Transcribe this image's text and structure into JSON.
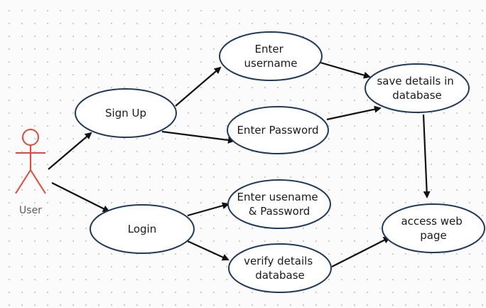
{
  "actor": {
    "label": "User",
    "color": "#e8483a"
  },
  "nodes": {
    "signup": {
      "lines": [
        "Sign Up"
      ]
    },
    "login": {
      "lines": [
        "Login"
      ]
    },
    "enter_username": {
      "lines": [
        "Enter",
        "username"
      ]
    },
    "enter_password": {
      "lines": [
        "Enter Password"
      ]
    },
    "enter_username_password": {
      "lines": [
        "Enter usename",
        "& Password"
      ]
    },
    "verify_details": {
      "lines": [
        "verify details",
        "database"
      ]
    },
    "save_details": {
      "lines": [
        "save details in",
        "database"
      ]
    },
    "access_web_page": {
      "lines": [
        "access web",
        "page"
      ]
    }
  },
  "edges": [
    {
      "from": "actor",
      "to": "signup"
    },
    {
      "from": "actor",
      "to": "login"
    },
    {
      "from": "signup",
      "to": "enter_username"
    },
    {
      "from": "signup",
      "to": "enter_password"
    },
    {
      "from": "login",
      "to": "enter_username_password"
    },
    {
      "from": "login",
      "to": "verify_details"
    },
    {
      "from": "enter_username",
      "to": "save_details"
    },
    {
      "from": "enter_password",
      "to": "save_details"
    },
    {
      "from": "save_details",
      "to": "access_web_page"
    },
    {
      "from": "verify_details",
      "to": "access_web_page"
    }
  ],
  "colors": {
    "node_stroke": "#1f3a5a",
    "edge": "#111111",
    "actor": "#e8483a"
  }
}
